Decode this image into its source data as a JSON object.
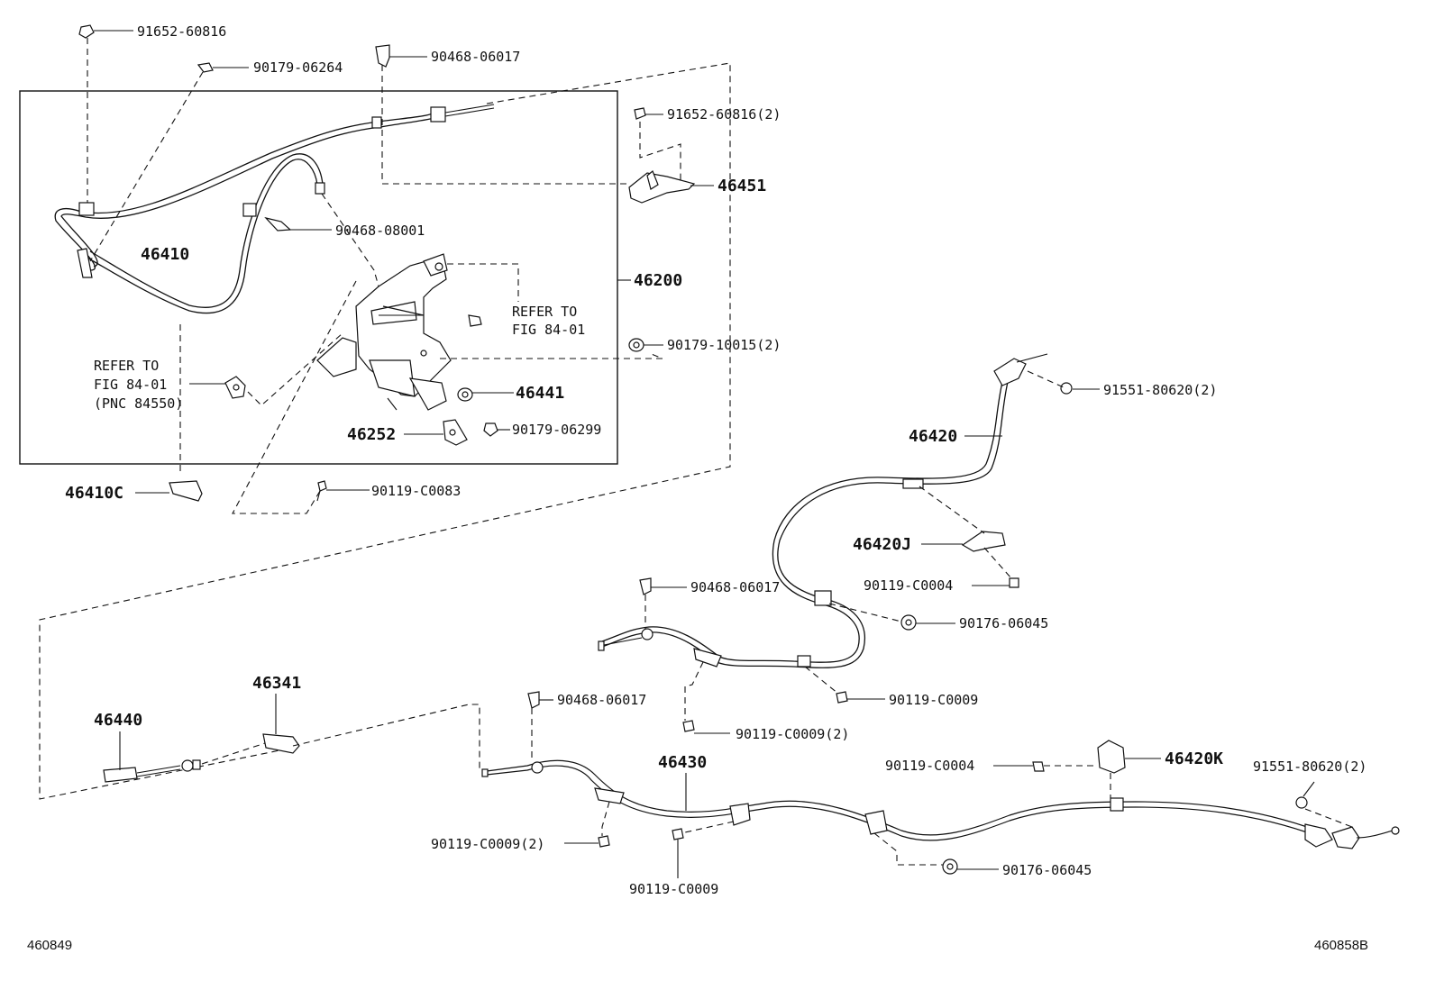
{
  "labels": {
    "p_91652_60816_top": "91652-60816",
    "p_90179_06264": "90179-06264",
    "p_90468_06017_top": "90468-06017",
    "p_91652_60816_2": "91652-60816(2)",
    "p_46451": "46451",
    "p_90468_08001": "90468-08001",
    "p_46410": "46410",
    "p_46200": "46200",
    "refer_fig_right_1": "REFER TO",
    "refer_fig_right_2": "FIG 84-01",
    "p_90179_10015_2": "90179-10015(2)",
    "refer_left_1": "REFER TO",
    "refer_left_2": "FIG 84-01",
    "refer_left_3": "(PNC 84550)",
    "p_46441": "46441",
    "p_46252": "46252",
    "p_90179_06299": "90179-06299",
    "p_46410C": "46410C",
    "p_90119_C0083": "90119-C0083",
    "p_91551_80620_2_top": "91551-80620(2)",
    "p_46420": "46420",
    "p_46420J": "46420J",
    "p_90119_C0004_mid": "90119-C0004",
    "p_90468_06017_mid": "90468-06017",
    "p_90176_06045_mid": "90176-06045",
    "p_46341": "46341",
    "p_90119_C0009_mid": "90119-C0009",
    "p_46440": "46440",
    "p_90468_06017_low": "90468-06017",
    "p_90119_C0009_2_mid": "90119-C0009(2)",
    "p_46430": "46430",
    "p_90119_C0004_low": "90119-C0004",
    "p_46420K": "46420K",
    "p_91551_80620_2_low": "91551-80620(2)",
    "p_90119_C0009_2_low": "90119-C0009(2)",
    "p_90119_C0009_low": "90119-C0009",
    "p_90176_06045_low": "90176-06045"
  },
  "footer": {
    "left_code": "460849",
    "right_code": "460858B"
  }
}
